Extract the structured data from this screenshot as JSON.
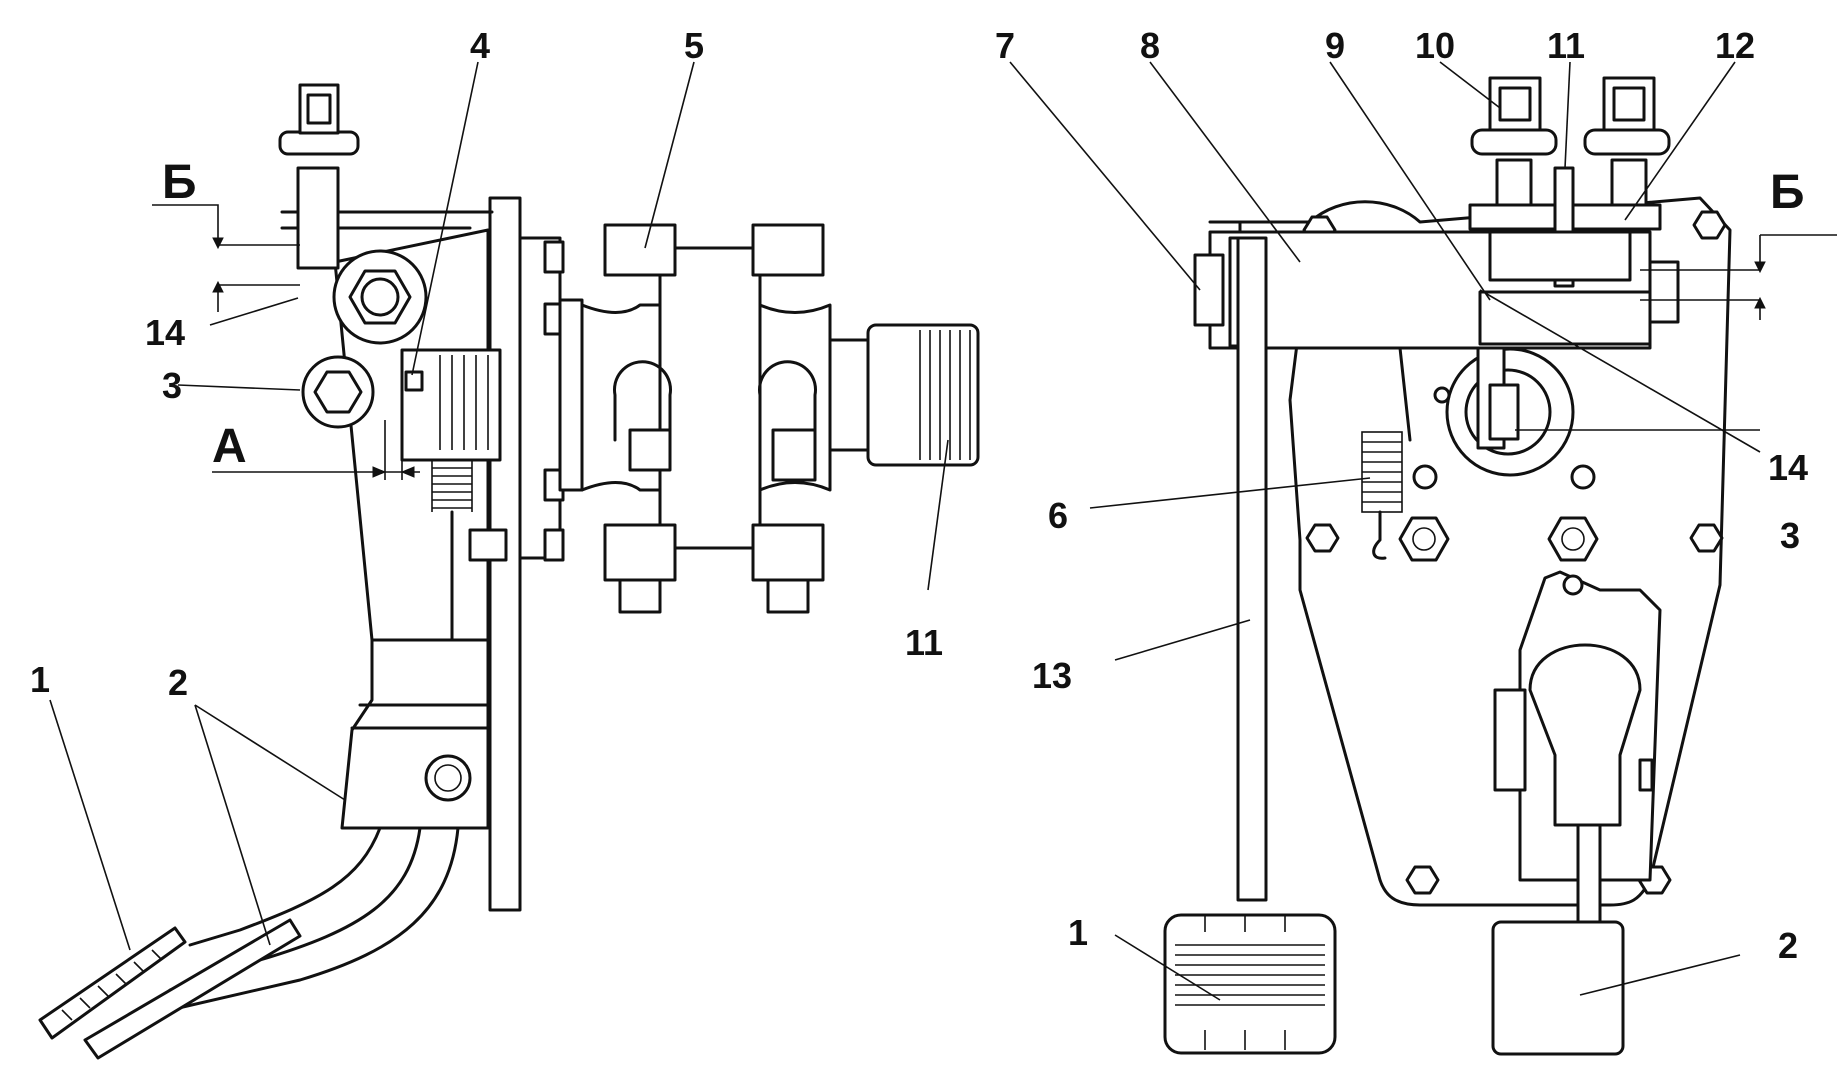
{
  "callouts": {
    "c1": "1",
    "c2": "2",
    "c3": "3",
    "c4": "4",
    "c5": "5",
    "c6": "6",
    "c7": "7",
    "c8": "8",
    "c9": "9",
    "c10": "10",
    "c11": "11",
    "c12": "12",
    "c13": "13",
    "c14": "14"
  },
  "section_marks": {
    "A": "А",
    "B": "Б"
  }
}
